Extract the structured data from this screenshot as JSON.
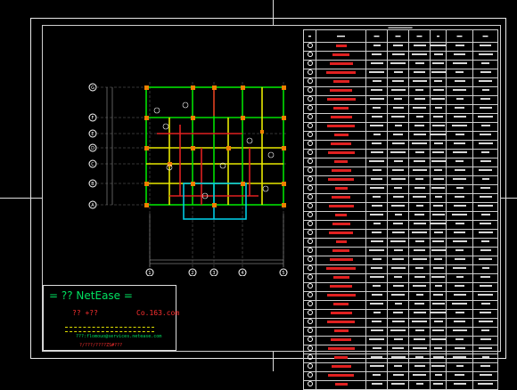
{
  "drawing": {
    "axis_rows": [
      "G",
      "F",
      "E",
      "D",
      "C",
      "B",
      "A"
    ],
    "axis_cols": [
      "1",
      "2",
      "3",
      "4",
      "5"
    ],
    "colors": {
      "frame": "#e8e8e8",
      "beam_green": "#00e000",
      "beam_yellow": "#e8e800",
      "beam_red": "#e02020",
      "beam_cyan": "#00c8e0",
      "column": "#f08000",
      "stamp_green": "#00e060",
      "stamp_red": "#ff3030"
    }
  },
  "stamp": {
    "line1": "= ?? NetEase =",
    "line2a": "?? +??",
    "line2b": "Co.163.com",
    "line4": "???:flomouo@services.netease.com",
    "line5": "?/???/????ZS#???"
  },
  "rebar_icon": "rebar-bar-icon",
  "rebar_rows": 39
}
